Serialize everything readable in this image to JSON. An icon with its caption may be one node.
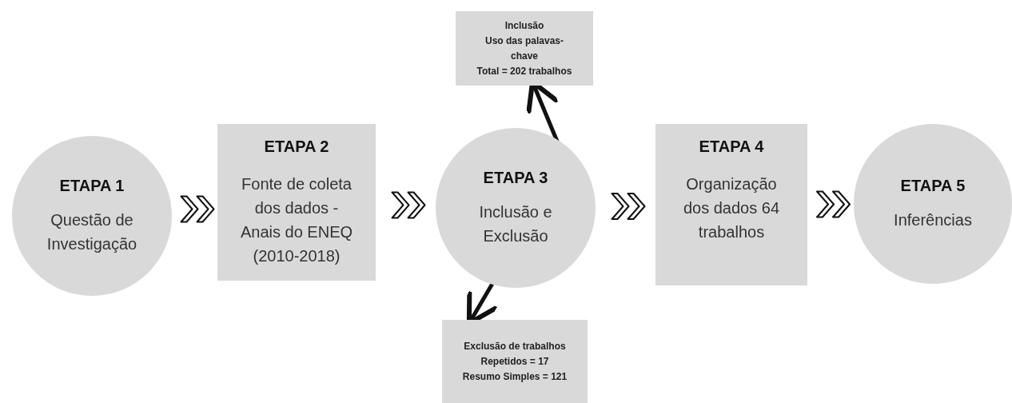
{
  "diagram": {
    "nodes": [
      {
        "text": [
          "ETAPA 1",
          "Questão de Investigação"
        ]
      },
      {
        "text": [
          "ETAPA 2",
          "Fonte de coleta dos dados - Anais do ENEQ (2010-2018)"
        ]
      },
      {
        "text": [
          "ETAPA 3",
          "Inclusão e Exclusão"
        ]
      },
      {
        "text": [
          "Inclusão",
          "Uso das palavas-chave",
          "Total = 202 trabalhos"
        ]
      },
      {
        "text": [
          "ETAPA 4",
          "Organização dos dados 64 trabalhos"
        ]
      },
      {
        "text": [
          "ETAPA 5",
          "Inferências"
        ]
      },
      {
        "text": [
          "Exclusão de trabalhos",
          "Repetidos = 17",
          "Resumo Simples = 121"
        ]
      }
    ],
    "edges": [
      {
        "from": 0,
        "to": 1,
        "arrow": "to"
      },
      {
        "from": 1,
        "to": 2,
        "arrow": "to"
      },
      {
        "from": 2,
        "to": 4,
        "arrow": "to"
      },
      {
        "from": 4,
        "to": 5,
        "arrow": "to"
      },
      {
        "from": 2,
        "to": 3,
        "arrow": "to"
      },
      {
        "from": 2,
        "to": 6,
        "arrow": "to"
      }
    ]
  }
}
